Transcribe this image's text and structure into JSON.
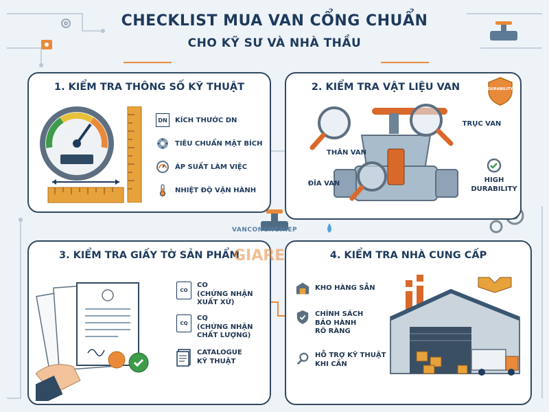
{
  "title": {
    "main": "CHECKLIST MUA VAN CỔNG CHUẨN",
    "sub": "CHO KỸ SƯ VÀ NHÀ THẦU"
  },
  "watermark": {
    "site": "VANCONGNGHIEP",
    "brand": "GIARE"
  },
  "section1": {
    "title": "1. KIỂM TRA THÔNG SỐ KỸ THUẬT",
    "items": [
      {
        "icon": "dn-icon",
        "icon_text": "DN",
        "label": "KÍCH THƯỚC DN"
      },
      {
        "icon": "flange-icon",
        "label": "TIÊU CHUẨN MẶT BÍCH"
      },
      {
        "icon": "pressure-gauge-icon",
        "label": "ÁP SUẤT LÀM VIỆC"
      },
      {
        "icon": "thermometer-icon",
        "label": "NHIỆT ĐỘ VẬN HÀNH"
      }
    ]
  },
  "section2": {
    "title": "2. KIỂM TRA VẬT LIỆU VAN",
    "badge": "DURABILITY",
    "labels": {
      "stem": "TRỤC VAN",
      "body": "THÂN VAN",
      "disc": "ĐĨA VAN",
      "durability_line1": "HIGH",
      "durability_line2": "DURABILITY"
    }
  },
  "section3": {
    "title": "3. KIỂM TRA GIẤY TỜ SẢN PHẨM",
    "docs": [
      {
        "icon": "co-document-icon",
        "icon_text": "CO",
        "line1": "CO",
        "line2": "(CHỨNG NHẬN",
        "line3": "XUẤT XỨ)"
      },
      {
        "icon": "cq-document-icon",
        "icon_text": "CQ",
        "line1": "CQ",
        "line2": "(CHỨNG NHẬN",
        "line3": "CHẤT LƯỢNG)"
      },
      {
        "icon": "catalogue-icon",
        "line1": "CATALOGUE",
        "line2": "KỸ THUẬT",
        "line3": ""
      }
    ]
  },
  "section4": {
    "title": "4. KIỂM TRA NHÀ CUNG CẤP",
    "items": [
      {
        "icon": "warehouse-box-icon",
        "line1": "KHO HÀNG SẴN",
        "line2": "",
        "line3": ""
      },
      {
        "icon": "shield-check-icon",
        "line1": "CHÍNH SÁCH",
        "line2": "BẢO HÀNH",
        "line3": "RÕ RÀNG"
      },
      {
        "icon": "wrench-gear-icon",
        "line1": "HỖ TRỢ KỸ THUẬT",
        "line2": "KHI CẦN",
        "line3": ""
      }
    ]
  },
  "colors": {
    "navy": "#1e3a5c",
    "orange": "#e98a3b",
    "steel": "#8aa1b4",
    "green": "#3d9b4a",
    "background": "#eef3f8"
  }
}
